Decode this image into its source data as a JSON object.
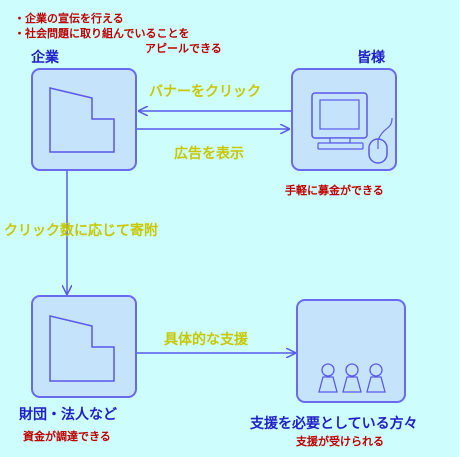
{
  "top_notes": [
    "・企業の宣伝を行える",
    "・社会問題に取り組んでいることを",
    "アピールできる"
  ],
  "nodes": {
    "company": {
      "label": "企業"
    },
    "everyone": {
      "label": "皆様",
      "note": "手軽に募金ができる"
    },
    "foundation": {
      "label": "財団・法人など",
      "note": "資金が調達できる"
    },
    "recipients": {
      "label": "支援を必要としている方々",
      "note": "支援が受けられる"
    }
  },
  "edges": {
    "click_banner": "バナーをクリック",
    "show_ad": "広告を表示",
    "donate": "クリック数に応じて寄附",
    "support": "具体的な支援"
  },
  "colors": {
    "background": "#cdfdfd",
    "box_stroke": "#6a6af0",
    "box_fill": "#c5e4fc",
    "arrow": "#5a5ae8",
    "edge_label": "#c8c800",
    "node_label": "#2020c8",
    "note": "#c00000"
  }
}
